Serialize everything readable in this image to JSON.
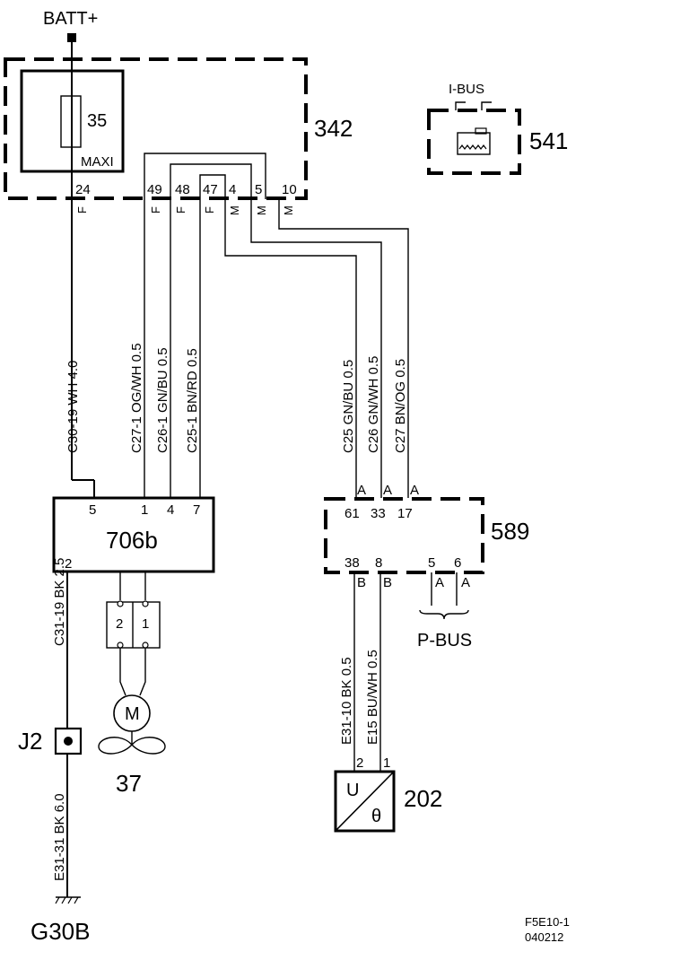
{
  "batt_label": "BATT+",
  "module_342": {
    "id": "342",
    "fuse_number": "35",
    "fuse_type": "MAXI",
    "pins": [
      "24",
      "49",
      "48",
      "47",
      "4",
      "5",
      "10"
    ],
    "pin_types": [
      "F",
      "F",
      "F",
      "F",
      "M",
      "M",
      "M"
    ]
  },
  "module_541": {
    "id": "541",
    "bus_label": "I-BUS"
  },
  "wires_left": [
    "C30-19  WH  4.0",
    "C27-1  OG/WH  0.5",
    "C26-1  GN/BU  0.5",
    "C25-1  BN/RD  0.5"
  ],
  "wires_right": [
    "C25  GN/BU  0.5",
    "C26  GN/WH  0.5",
    "C27  BN/OG  0.5"
  ],
  "module_706b": {
    "id": "706b",
    "pins": [
      "5",
      "1",
      "4",
      "7",
      "2"
    ]
  },
  "module_589": {
    "id": "589",
    "top_pins": [
      "61",
      "33",
      "17"
    ],
    "top_types": [
      "A",
      "A",
      "A"
    ],
    "bottom_pins": [
      "38",
      "8",
      "5",
      "6"
    ],
    "bottom_types": [
      "B",
      "B",
      "A",
      "A"
    ],
    "bus_label": "P-BUS"
  },
  "connector_706b": {
    "pins": [
      "2",
      "1"
    ]
  },
  "motor_37": {
    "id": "37",
    "symbol": "M"
  },
  "wires_lower_left": [
    "C31-19  BK  2.5",
    "E31-31  BK  6.0"
  ],
  "junction": {
    "id": "J2"
  },
  "ground": {
    "id": "G30B"
  },
  "wires_lower_right": [
    "E31-10  BK  0.5",
    "E15  BU/WH  0.5"
  ],
  "sensor_202": {
    "id": "202",
    "pins": [
      "2",
      "1"
    ],
    "symbol_u": "U",
    "symbol_theta": "θ"
  },
  "footer": {
    "code": "F5E10-1",
    "date": "040212"
  }
}
